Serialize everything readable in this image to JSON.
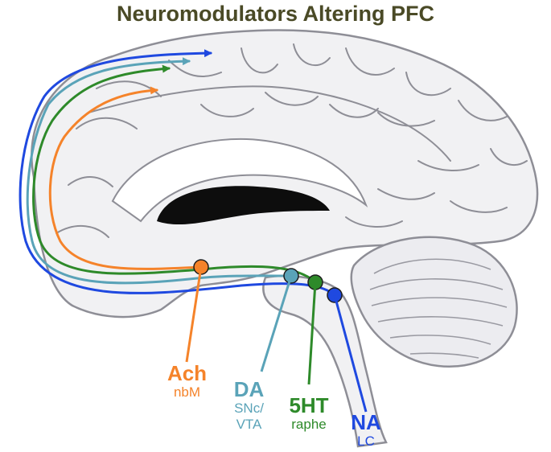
{
  "title": "Neuromodulators Altering PFC",
  "colors": {
    "title": "#4a4a26",
    "ach": "#f5832a",
    "da": "#5aa3b8",
    "ht": "#2e8a2a",
    "na": "#1f49e0",
    "brain_fill": "#f1f1f3",
    "brain_outline": "#8e8e96",
    "ventricle": "#0d0d0d"
  },
  "modulators": [
    {
      "key": "ach",
      "abbr": "Ach",
      "source": "nbM",
      "icon": "pathway-node-icon"
    },
    {
      "key": "da",
      "abbr": "DA",
      "source": "SNc/ VTA",
      "source_lines": [
        "SNc/",
        "VTA"
      ],
      "icon": "pathway-node-icon"
    },
    {
      "key": "ht",
      "abbr": "5HT",
      "source": "raphe",
      "icon": "pathway-node-icon"
    },
    {
      "key": "na",
      "abbr": "NA",
      "source": "LC",
      "icon": "pathway-node-icon"
    }
  ]
}
